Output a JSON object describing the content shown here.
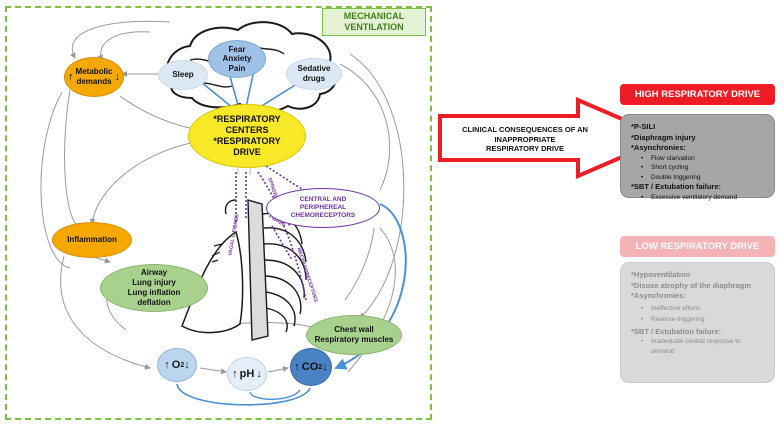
{
  "mech": {
    "title": "MECHANICAL VENTILATION"
  },
  "nodes": {
    "fear": [
      "Fear",
      "Anxiety",
      "Pain"
    ],
    "sleep": "Sleep",
    "sedative": [
      "Sedative",
      "drugs"
    ],
    "metabolic": [
      "Metabolic",
      "demands"
    ],
    "resp_centers": [
      "*RESPIRATORY",
      "CENTERS",
      "*RESPIRATORY",
      "DRIVE"
    ],
    "inflammation": "Inflammation",
    "airway": [
      "Airway",
      "Lung injury",
      "Lung inflation",
      "deflation"
    ],
    "chest": [
      "Chest wall",
      "Respiratory muscles"
    ],
    "chemo": [
      "CENTRAL AND",
      "PERIPHEREAL",
      "CHEMORECEPTORS"
    ]
  },
  "fibers": {
    "vagal": "VAGAL C FIBRES",
    "spino": "SPINORETICULAR",
    "fibres": "FIBRES",
    "mechano": "MECHANORECEPTORS"
  },
  "gases": {
    "o2": "O",
    "o2_sub": "2",
    "ph": "pH",
    "co2": "CO",
    "co2_sub": "2",
    "up": "↑",
    "down": "↓"
  },
  "callout": [
    "CLINICAL CONSEQUENCES OF AN",
    "INAPPROPRIATE",
    "RESPIRATORY DRIVE"
  ],
  "high": {
    "title": "HIGH RESPIRATORY DRIVE",
    "psili": "*P-SILI",
    "diaphragm": "*Diaphragm injury",
    "asynch": "*Asynchronies:",
    "subs": [
      "Flow starvation",
      "Short cycling",
      "Double triggering"
    ],
    "sbt": "*SBT / Extubation failure:",
    "sbt_sub": "Excessive ventilatory demand"
  },
  "low": {
    "title": "LOW RESPIRATORY DRIVE",
    "hypo": "*Hypoventilation",
    "disuse": "*Disuse atrophy of the diaphragm",
    "asynch": "*Asynchronies:",
    "subs": [
      "Ineffective efforts",
      "Reverse-triggering"
    ],
    "sbt": "*SBT / Extubation failure:",
    "sbt_sub": "Inadequate central response to demand"
  },
  "colors": {
    "green": "#7cc142",
    "red": "#ee1c25",
    "blue": "#4a90d9",
    "purple": "#7030a0",
    "yellow": "#f7e928"
  }
}
